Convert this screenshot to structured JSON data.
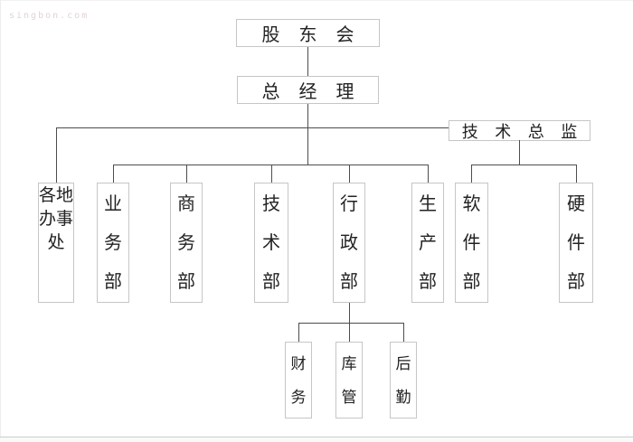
{
  "watermark": "singbon.com",
  "colors": {
    "background": "#ffffff",
    "connector_line": "#4d4d4d",
    "box_border": "#c6c6c6",
    "text": "#222222",
    "watermark": "#e4d2d2"
  },
  "nodes": {
    "shareholders": "股 东 会",
    "general_manager": "总 经 理",
    "tech_director": "技 术 总 监",
    "offices": "各地办事处",
    "business": "业务部",
    "commerce": "商务部",
    "technology": "技术部",
    "administration": "行政部",
    "production": "生产部",
    "software": "软件部",
    "hardware": "硬件部",
    "finance": "财务",
    "warehouse": "库管",
    "logistics": "后勤"
  },
  "hierarchy": {
    "股东会": [
      "总经理"
    ],
    "总经理": [
      "各地办事处",
      "业务部",
      "商务部",
      "技术部",
      "行政部",
      "生产部",
      "技术总监"
    ],
    "技术总监": [
      "软件部",
      "硬件部"
    ],
    "行政部": [
      "财务",
      "库管",
      "后勤"
    ]
  }
}
